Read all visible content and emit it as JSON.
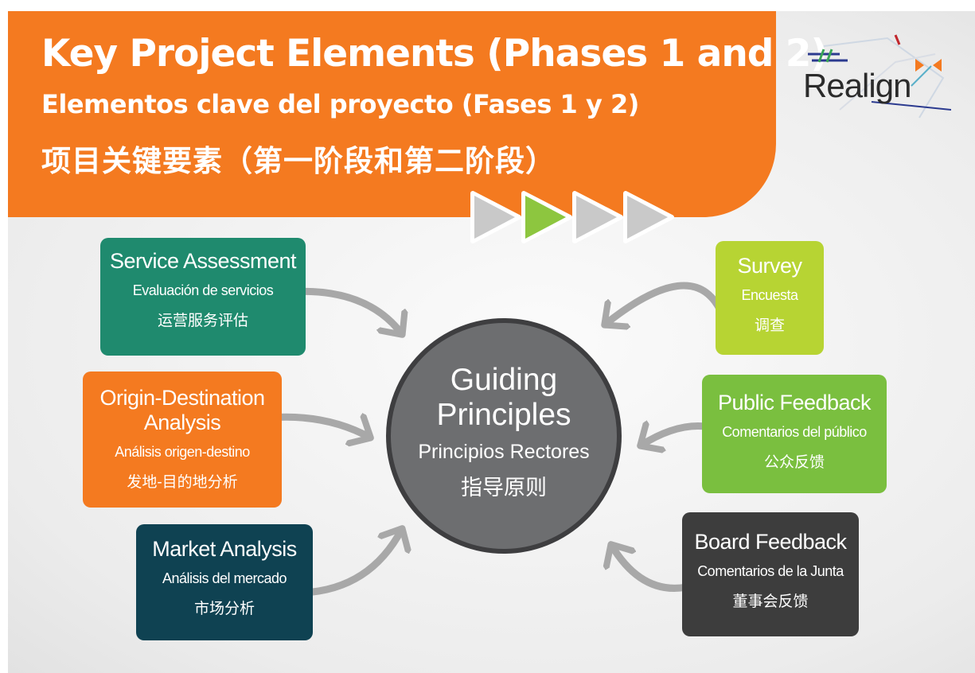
{
  "header": {
    "title_en": "Key Project Elements (Phases 1 and 2)",
    "title_es": "Elementos clave del proyecto (Fases 1 y 2)",
    "title_zh": "项目关键要素（第一阶段和第二阶段）"
  },
  "logo": {
    "text": "Realign"
  },
  "center": {
    "title": "Guiding Principles",
    "es": "Principios Rectores",
    "zh": "指导原则"
  },
  "boxes": {
    "service_assessment": {
      "en": "Service Assessment",
      "es": "Evaluación de servicios",
      "zh": "运营服务评估"
    },
    "od_analysis": {
      "en": "Origin-Destination Analysis",
      "es": "Análisis origen-destino",
      "zh": "发地-目的地分析"
    },
    "market_analysis": {
      "en": "Market Analysis",
      "es": "Análisis del mercado",
      "zh": "市场分析"
    },
    "survey": {
      "en": "Survey",
      "es": "Encuesta",
      "zh": "调查"
    },
    "public_feedback": {
      "en": "Public Feedback",
      "es": "Comentarios del público",
      "zh": "公众反馈"
    },
    "board_feedback": {
      "en": "Board Feedback",
      "es": "Comentarios de la Junta",
      "zh": "董事会反馈"
    }
  },
  "colors": {
    "orange": "#f47a20",
    "teal": "#1f8a6e",
    "dark_teal": "#0f4252",
    "lime": "#b7d433",
    "green": "#7abf3f",
    "charcoal": "#3d3d3d",
    "circle": "#6d6e70",
    "arrow": "#a8a8a8"
  }
}
